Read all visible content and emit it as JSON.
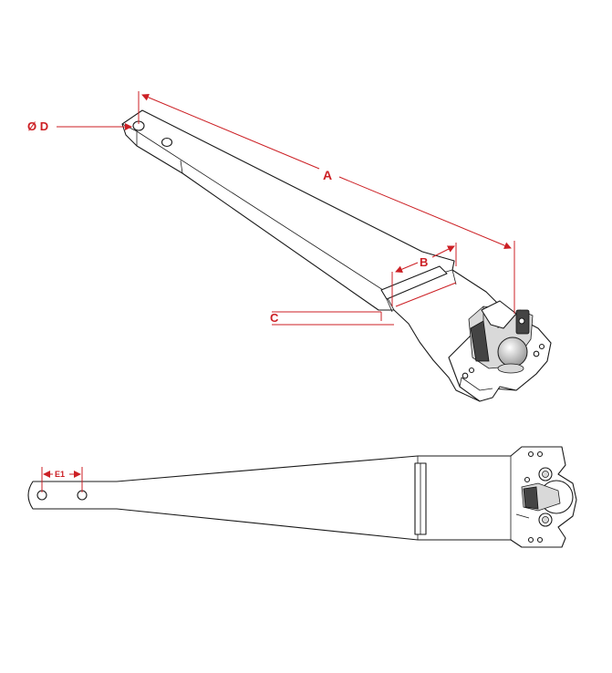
{
  "labels": {
    "a": "A",
    "b": "B",
    "c": "C",
    "d": "Ø D",
    "e1": "E1"
  },
  "colors": {
    "dimension": "#cc1f24",
    "outline": "#1a1a1a"
  }
}
